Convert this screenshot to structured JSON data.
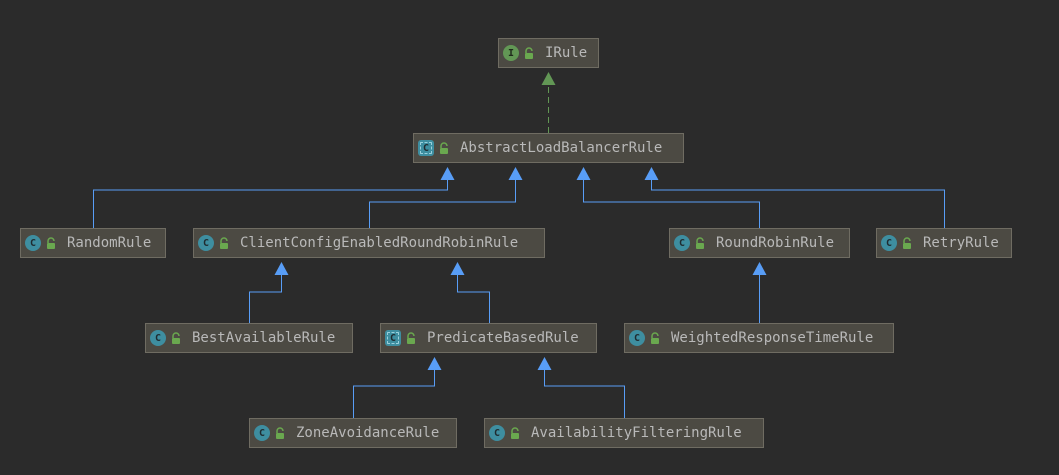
{
  "colors": {
    "background": "#2b2b2b",
    "node_fill": "#4c4a43",
    "node_border": "#6f6c62",
    "text": "#b9b9b9",
    "extends_edge": "#589df6",
    "implements_edge": "#629755",
    "class_badge": "#3e8ea0",
    "interface_badge": "#629755"
  },
  "nodes": [
    {
      "id": "irule",
      "label": "IRule",
      "kind": "interface",
      "badge": "I",
      "icon": "interface-icon"
    },
    {
      "id": "abstract",
      "label": "AbstractLoadBalancerRule",
      "kind": "abstract",
      "badge": "C",
      "icon": "abstract-class-icon"
    },
    {
      "id": "random",
      "label": "RandomRule",
      "kind": "class",
      "badge": "C",
      "icon": "class-icon"
    },
    {
      "id": "clientconfig",
      "label": "ClientConfigEnabledRoundRobinRule",
      "kind": "class",
      "badge": "C",
      "icon": "class-icon"
    },
    {
      "id": "roundrobin",
      "label": "RoundRobinRule",
      "kind": "class",
      "badge": "C",
      "icon": "class-icon"
    },
    {
      "id": "retry",
      "label": "RetryRule",
      "kind": "class",
      "badge": "C",
      "icon": "class-icon"
    },
    {
      "id": "bestavailable",
      "label": "BestAvailableRule",
      "kind": "class",
      "badge": "C",
      "icon": "class-icon"
    },
    {
      "id": "predicate",
      "label": "PredicateBasedRule",
      "kind": "abstract",
      "badge": "C",
      "icon": "abstract-class-icon"
    },
    {
      "id": "weighted",
      "label": "WeightedResponseTimeRule",
      "kind": "class",
      "badge": "C",
      "icon": "class-icon"
    },
    {
      "id": "zone",
      "label": "ZoneAvoidanceRule",
      "kind": "class",
      "badge": "C",
      "icon": "class-icon"
    },
    {
      "id": "availability",
      "label": "AvailabilityFilteringRule",
      "kind": "class",
      "badge": "C",
      "icon": "class-icon"
    }
  ],
  "edges": [
    {
      "from": "abstract",
      "to": "irule",
      "type": "implements"
    },
    {
      "from": "random",
      "to": "abstract",
      "type": "extends"
    },
    {
      "from": "clientconfig",
      "to": "abstract",
      "type": "extends"
    },
    {
      "from": "roundrobin",
      "to": "abstract",
      "type": "extends"
    },
    {
      "from": "retry",
      "to": "abstract",
      "type": "extends"
    },
    {
      "from": "bestavailable",
      "to": "clientconfig",
      "type": "extends"
    },
    {
      "from": "predicate",
      "to": "clientconfig",
      "type": "extends"
    },
    {
      "from": "weighted",
      "to": "roundrobin",
      "type": "extends"
    },
    {
      "from": "zone",
      "to": "predicate",
      "type": "extends"
    },
    {
      "from": "availability",
      "to": "predicate",
      "type": "extends"
    }
  ]
}
